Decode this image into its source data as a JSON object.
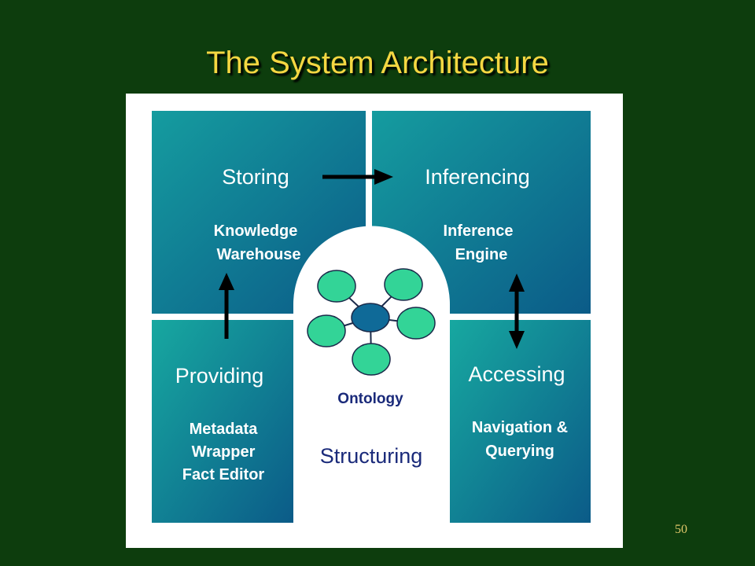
{
  "title": "The System Architecture",
  "page_number": "50",
  "quadrants": {
    "storing": {
      "title": "Storing",
      "lines": [
        "Knowledge",
        "Warehouse"
      ]
    },
    "inferencing": {
      "title": "Inferencing",
      "lines": [
        "Inference",
        "Engine"
      ]
    },
    "providing": {
      "title": "Providing",
      "lines": [
        "Metadata",
        "Wrapper",
        "Fact Editor"
      ]
    },
    "accessing": {
      "title": "Accessing",
      "lines": [
        "Navigation &",
        "Querying"
      ]
    }
  },
  "center": {
    "ontology_label": "Ontology",
    "structuring_label": "Structuring"
  },
  "colors": {
    "background": "#0d3d0d",
    "title": "#f5d742",
    "panel_dark": "#0b5e8a",
    "panel_light": "#16a4a0",
    "node_fill": "#33d497",
    "hub_fill": "#0f6a98",
    "center_text": "#1a2a7a"
  }
}
